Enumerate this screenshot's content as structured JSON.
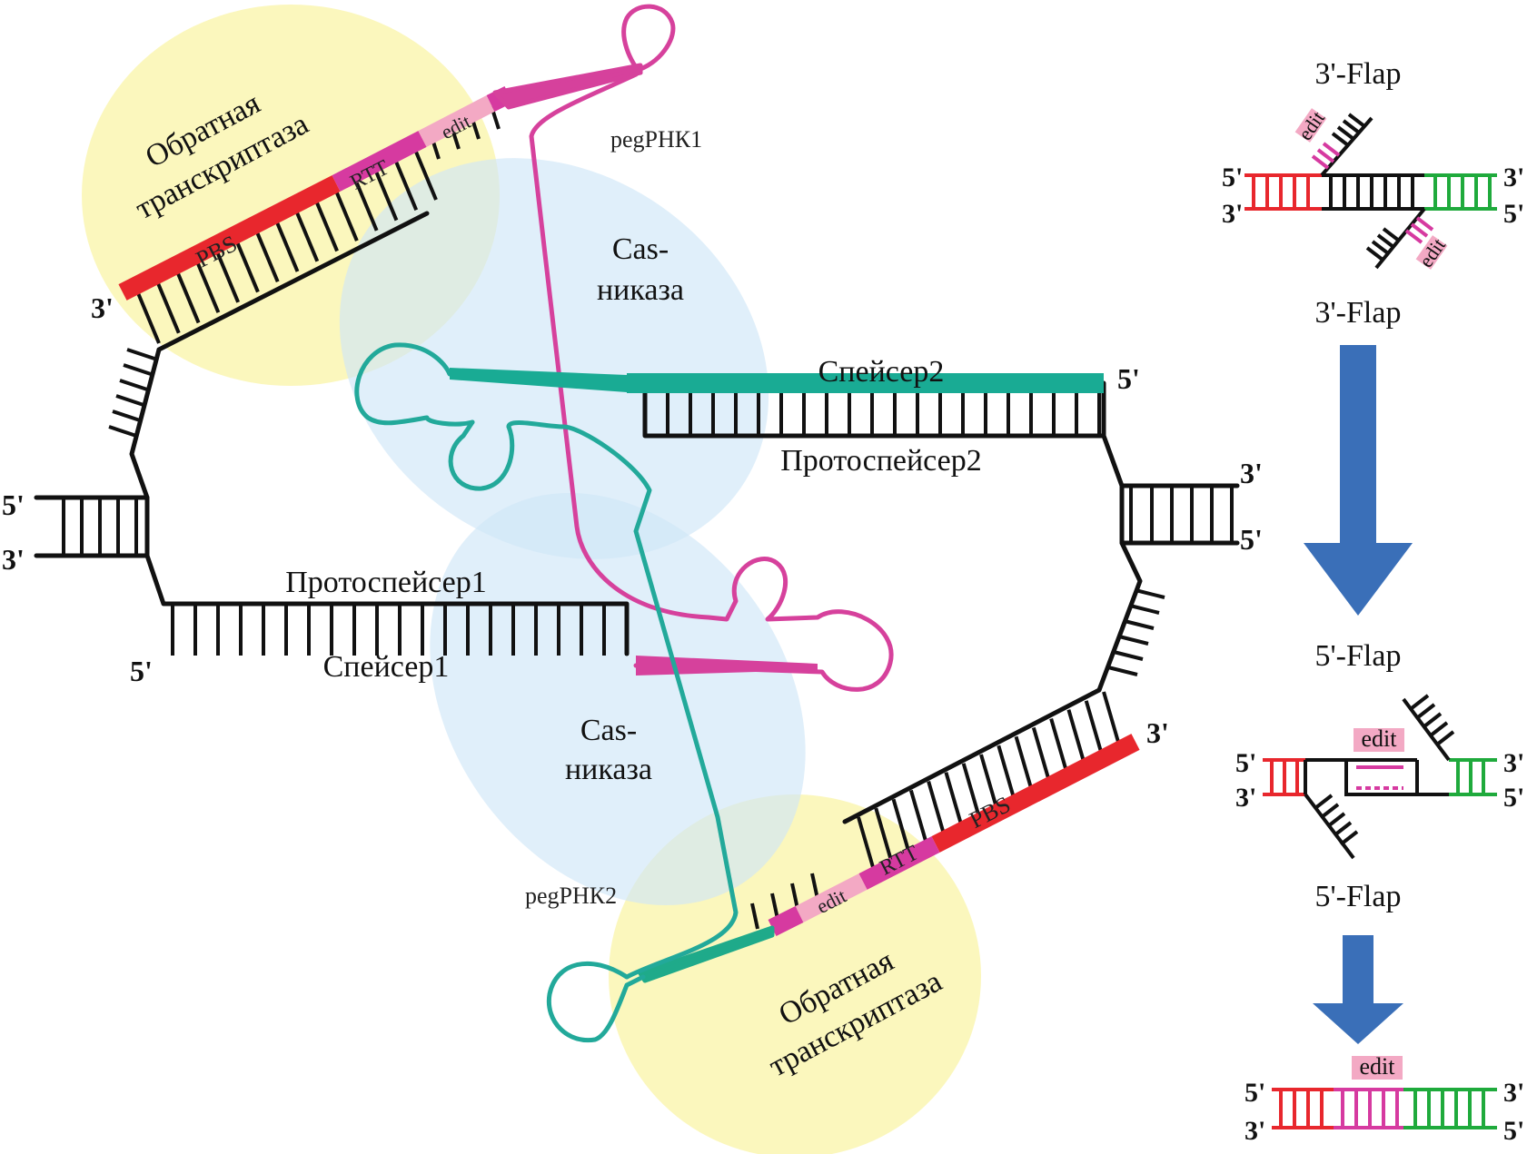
{
  "colors": {
    "strand": "#111111",
    "pbs": "#e8272d",
    "rtt": "#d63aa0",
    "edit": "#f3a9c4",
    "spacer1": "#d63aa0",
    "spacer2": "#19ab94",
    "peg1": "#d6419c",
    "peg2": "#22a99a",
    "green": "#1faa3c",
    "cas_bubble": "#cfe6f8",
    "rt_bubble": "#fbf6b6",
    "arrow": "#3a6fb8"
  },
  "labels": {
    "rt_top": [
      "Обратная",
      "транскриптаза"
    ],
    "rt_bottom": [
      "Обратная",
      "транскриптаза"
    ],
    "cas_top": [
      "Cas-",
      "никаза"
    ],
    "cas_bottom": [
      "Cas-",
      "никаза"
    ],
    "peg1": "pegРНК1",
    "peg2": "pegРНК2",
    "spacer1": "Спейсер1",
    "spacer2": "Спейсер2",
    "proto1": "Протоспейсер1",
    "proto2": "Протоспейсер2",
    "pbs": "PBS",
    "rtt": "RTT",
    "edit": "edit"
  },
  "ends": {
    "three_prime": "3'",
    "five_prime": "5'"
  },
  "flaps": {
    "three_flap": "3'-Flap",
    "five_flap": "5'-Flap",
    "edit": "edit"
  }
}
